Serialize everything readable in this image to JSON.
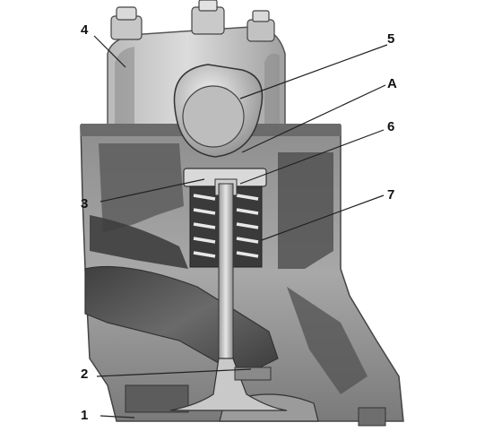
{
  "callouts": {
    "c1": "1",
    "c2": "2",
    "c3": "3",
    "c4": "4",
    "c5": "5",
    "cA": "A",
    "c6": "6",
    "c7": "7"
  },
  "colors": {
    "casting_light": "#d4d4d4",
    "casting_mid": "#a9a9a9",
    "casting_dark": "#6f6f6f",
    "cavity": "#4a4a4a",
    "port": "#5a5a5a"
  }
}
